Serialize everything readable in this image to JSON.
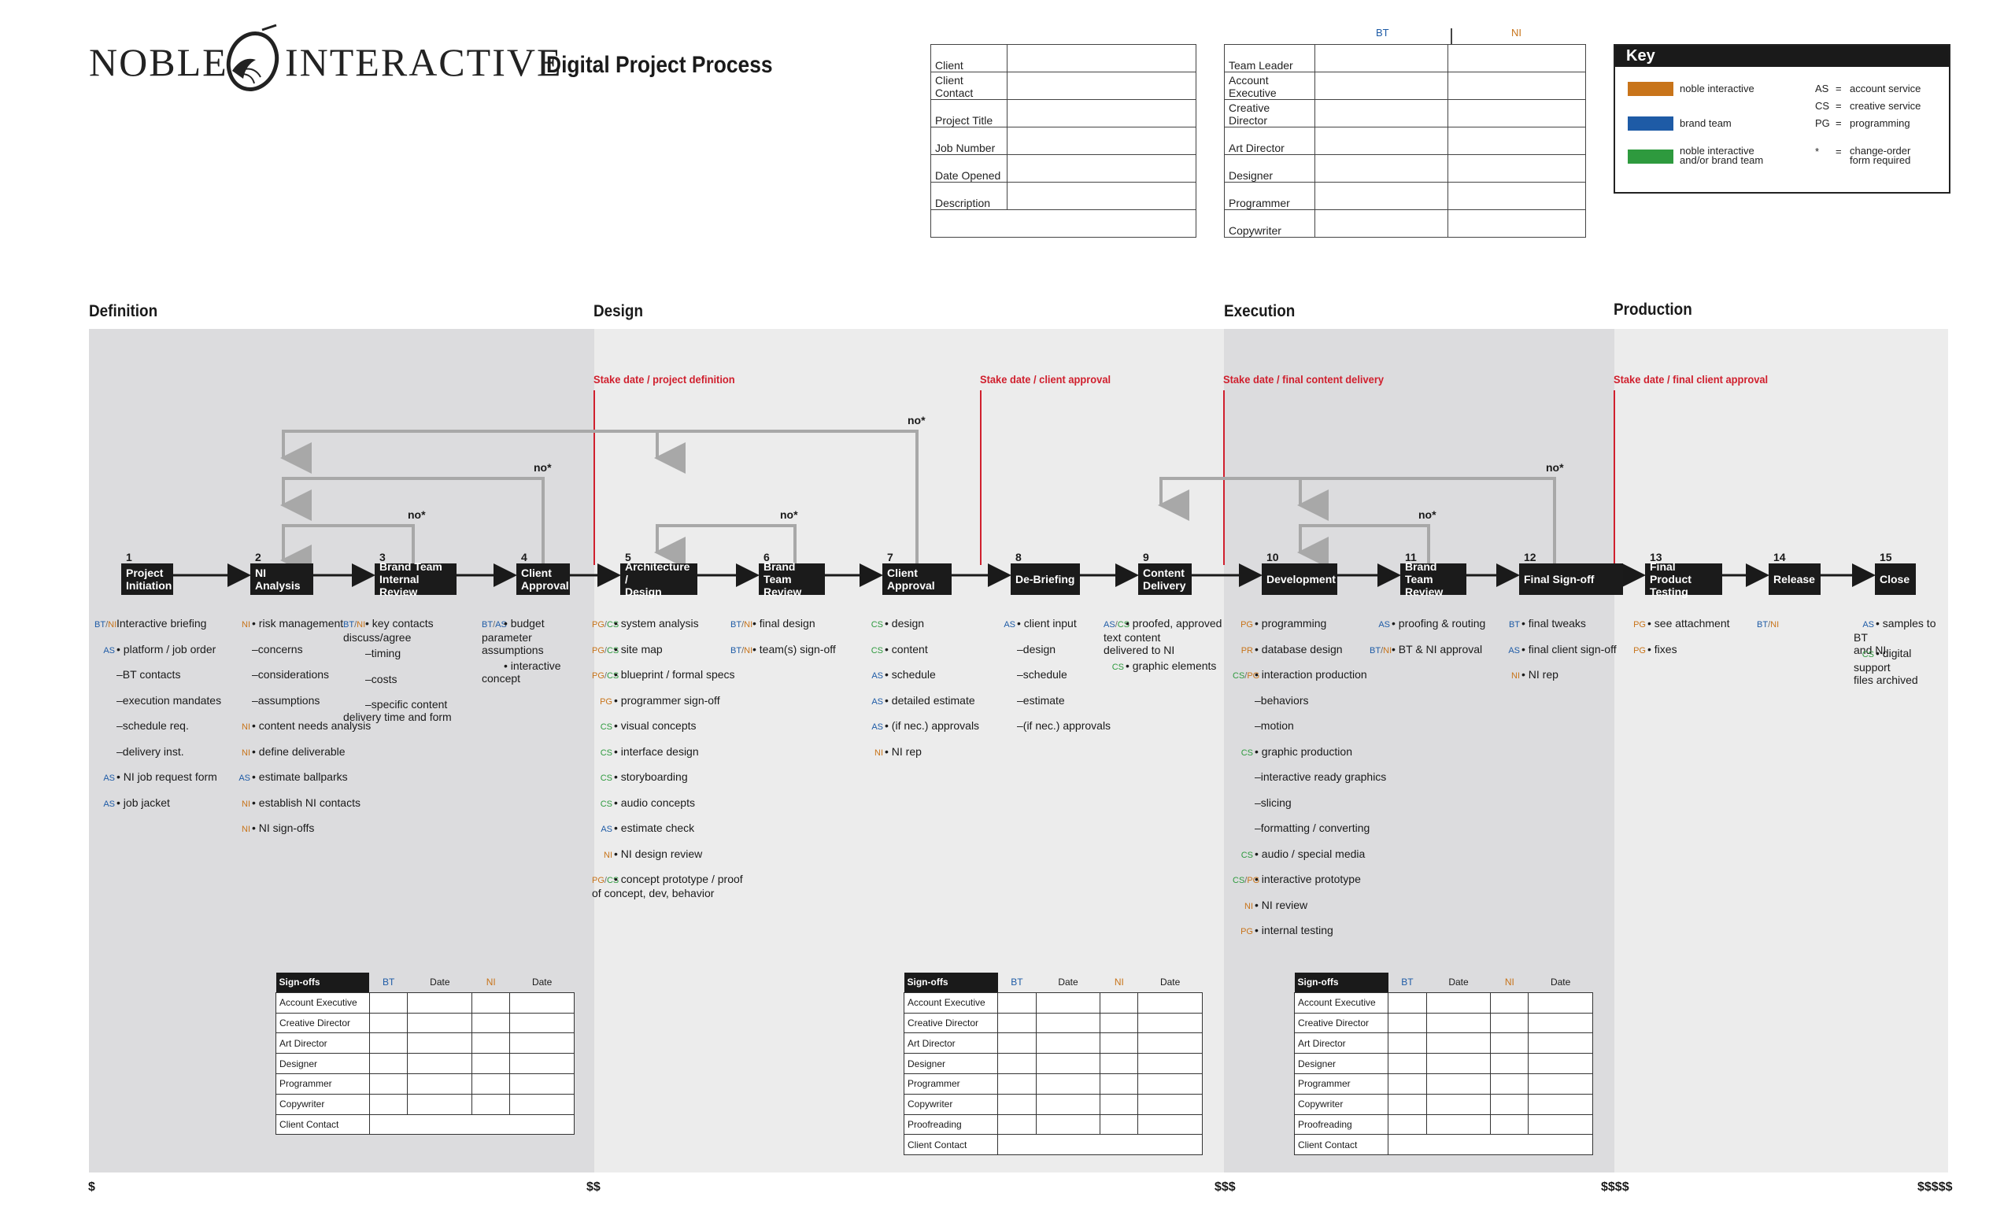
{
  "header": {
    "logo_left": "NOBLE",
    "logo_right": "INTERACTIVE",
    "doc_title": "Digital Project Process"
  },
  "client_form": {
    "rows": [
      "Client",
      "Client Contact",
      "Project Title",
      "Job Number",
      "Date Opened",
      "Description",
      ""
    ]
  },
  "team_form": {
    "col_bt": "BT",
    "col_ni": "NI",
    "rows": [
      "Team Leader",
      "Account Executive",
      "Creative Director",
      "Art Director",
      "Designer",
      "Programmer",
      "Copywriter"
    ]
  },
  "key": {
    "title": "Key",
    "swatches": [
      {
        "label": "noble interactive",
        "color": "#c8741a"
      },
      {
        "label": "brand team",
        "color": "#1e5ba6"
      },
      {
        "label": "noble interactive\nand/or brand team",
        "color": "#2e9a3e"
      }
    ],
    "abbrev": [
      {
        "k": "AS",
        "v": "account service"
      },
      {
        "k": "CS",
        "v": "creative service"
      },
      {
        "k": "PG",
        "v": "programming"
      },
      {
        "k": "*",
        "v": "change-order\nform required"
      }
    ],
    "eq": "="
  },
  "colors": {
    "ni": "#c8741a",
    "bt": "#1e5ba6",
    "both": "#2e9a3e",
    "stake": "#d0202e"
  },
  "phases": [
    "Definition",
    "Design",
    "Execution",
    "Production"
  ],
  "stakes": [
    "Stake date / project definition",
    "Stake date / client approval",
    "Stake date / final content delivery",
    "Stake date / final client approval"
  ],
  "no_label": "no*",
  "steps": [
    {
      "n": "1",
      "label": "Project\nInitiation"
    },
    {
      "n": "2",
      "label": "NI Analysis"
    },
    {
      "n": "3",
      "label": "Brand Team\nInternal Review"
    },
    {
      "n": "4",
      "label": "Client\nApproval"
    },
    {
      "n": "5",
      "label": "Architecture /\nDesign"
    },
    {
      "n": "6",
      "label": "Brand Team\nReview"
    },
    {
      "n": "7",
      "label": "Client\nApproval"
    },
    {
      "n": "8",
      "label": "De-Briefing"
    },
    {
      "n": "9",
      "label": "Content\nDelivery"
    },
    {
      "n": "10",
      "label": "Development"
    },
    {
      "n": "11",
      "label": "Brand Team\nReview"
    },
    {
      "n": "12",
      "label": "Final Sign-off"
    },
    {
      "n": "13",
      "label": "Final Product\nTesting"
    },
    {
      "n": "14",
      "label": "Release"
    },
    {
      "n": "15",
      "label": "Close"
    }
  ],
  "columns": [
    {
      "items": [
        {
          "tag": "BT/NI",
          "text": "Interactive briefing"
        },
        {
          "tag": "AS",
          "text": "• platform / job order"
        },
        {
          "tag": "",
          "text": "–BT contacts"
        },
        {
          "tag": "",
          "text": "–execution mandates"
        },
        {
          "tag": "",
          "text": "–schedule req."
        },
        {
          "tag": "",
          "text": "–delivery inst."
        },
        {
          "tag": "AS",
          "text": "• NI job request form"
        },
        {
          "tag": "AS",
          "text": "• job jacket"
        }
      ]
    },
    {
      "items": [
        {
          "tag": "NI",
          "text": "• risk management"
        },
        {
          "tag": "",
          "text": "–concerns"
        },
        {
          "tag": "",
          "text": "–considerations"
        },
        {
          "tag": "",
          "text": "–assumptions"
        },
        {
          "tag": "NI",
          "text": "• content needs analysis"
        },
        {
          "tag": "NI",
          "text": "• define deliverable"
        },
        {
          "tag": "AS",
          "text": "• estimate ballparks"
        },
        {
          "tag": "NI",
          "text": "• establish NI contacts"
        },
        {
          "tag": "NI",
          "text": "• NI sign-offs"
        }
      ]
    },
    {
      "items": [
        {
          "tag": "BT/NI",
          "text": "• key contacts\n   discuss/agree"
        },
        {
          "tag": "",
          "text": "–timing"
        },
        {
          "tag": "",
          "text": "–costs"
        },
        {
          "tag": "",
          "text": "–specific content\n  delivery time and form"
        }
      ]
    },
    {
      "items": [
        {
          "tag": "BT/AS",
          "text": "• budget\n   parameter\n   assumptions"
        },
        {
          "tag": "",
          "text": "• interactive\n   concept"
        }
      ]
    },
    {
      "items": [
        {
          "tag": "PG/CS",
          "text": "• system analysis"
        },
        {
          "tag": "PG/CS",
          "text": "• site map"
        },
        {
          "tag": "PG/CS",
          "text": "• blueprint / formal specs"
        },
        {
          "tag": "PG",
          "text": "• programmer sign-off"
        },
        {
          "tag": "CS",
          "text": "• visual concepts"
        },
        {
          "tag": "CS",
          "text": "• interface design"
        },
        {
          "tag": "CS",
          "text": "• storyboarding"
        },
        {
          "tag": "CS",
          "text": "• audio concepts"
        },
        {
          "tag": "AS",
          "text": "• estimate check"
        },
        {
          "tag": "NI",
          "text": "• NI design review"
        },
        {
          "tag": "PG/CS",
          "text": "• concept prototype / proof\n   of concept, dev, behavior"
        }
      ]
    },
    {
      "items": [
        {
          "tag": "BT/NI",
          "text": "• final design"
        },
        {
          "tag": "BT/NI",
          "text": "• team(s) sign-off"
        }
      ]
    },
    {
      "items": [
        {
          "tag": "CS",
          "text": "• design"
        },
        {
          "tag": "CS",
          "text": "• content"
        },
        {
          "tag": "AS",
          "text": "• schedule"
        },
        {
          "tag": "AS",
          "text": "• detailed estimate"
        },
        {
          "tag": "AS",
          "text": "• (if nec.) approvals"
        },
        {
          "tag": "NI",
          "text": "• NI rep"
        }
      ]
    },
    {
      "items": [
        {
          "tag": "AS",
          "text": "• client input"
        },
        {
          "tag": "",
          "text": "–design"
        },
        {
          "tag": "",
          "text": "–schedule"
        },
        {
          "tag": "",
          "text": "–estimate"
        },
        {
          "tag": "",
          "text": "–(if nec.) approvals"
        }
      ]
    },
    {
      "items": [
        {
          "tag": "AS/CS",
          "text": "• proofed, approved\n   text content\n   delivered to NI"
        },
        {
          "tag": "CS",
          "text": "• graphic elements"
        }
      ]
    },
    {
      "items": [
        {
          "tag": "PG",
          "text": "• programming"
        },
        {
          "tag": "PR",
          "text": "• database design"
        },
        {
          "tag": "CS/PG",
          "text": "• interaction production"
        },
        {
          "tag": "",
          "text": "–behaviors"
        },
        {
          "tag": "",
          "text": "–motion"
        },
        {
          "tag": "CS",
          "text": "• graphic production"
        },
        {
          "tag": "",
          "text": "–interactive ready graphics"
        },
        {
          "tag": "",
          "text": "–slicing"
        },
        {
          "tag": "",
          "text": "–formatting / converting"
        },
        {
          "tag": "CS",
          "text": "• audio / special media"
        },
        {
          "tag": "CS/PG",
          "text": "• interactive prototype"
        },
        {
          "tag": "NI",
          "text": "• NI review"
        },
        {
          "tag": "PG",
          "text": "• internal testing"
        }
      ]
    },
    {
      "items": [
        {
          "tag": "AS",
          "text": "• proofing & routing"
        },
        {
          "tag": "BT/NI",
          "text": "• BT & NI approval"
        }
      ]
    },
    {
      "items": [
        {
          "tag": "BT",
          "text": "• final tweaks"
        },
        {
          "tag": "AS",
          "text": "• final client sign-off"
        },
        {
          "tag": "NI",
          "text": "• NI rep"
        }
      ]
    },
    {
      "items": [
        {
          "tag": "PG",
          "text": "• see attachment"
        },
        {
          "tag": "PG",
          "text": "• fixes"
        }
      ]
    },
    {
      "items": [
        {
          "tag": "BT/NI",
          "text": ""
        }
      ]
    },
    {
      "items": [
        {
          "tag": "AS",
          "text": "• samples to BT\n   and NI"
        },
        {
          "tag": "CS",
          "text": "• digital support\n   files archived"
        }
      ]
    }
  ],
  "signoffs": {
    "header": {
      "label": "Sign-offs",
      "bt": "BT",
      "date": "Date",
      "ni": "NI"
    },
    "table1": [
      "Account Executive",
      "Creative Director",
      "Art Director",
      "Designer",
      "Programmer",
      "Copywriter",
      "Client Contact"
    ],
    "table2": [
      "Account Executive",
      "Creative Director",
      "Art Director",
      "Designer",
      "Programmer",
      "Copywriter",
      "Proofreading",
      "Client Contact"
    ],
    "table3": [
      "Account Executive",
      "Creative Director",
      "Art Director",
      "Designer",
      "Programmer",
      "Copywriter",
      "Proofreading",
      "Client Contact"
    ]
  },
  "cost_markers": [
    "$",
    "$$",
    "$$$",
    "$$$$",
    "$$$$$"
  ]
}
